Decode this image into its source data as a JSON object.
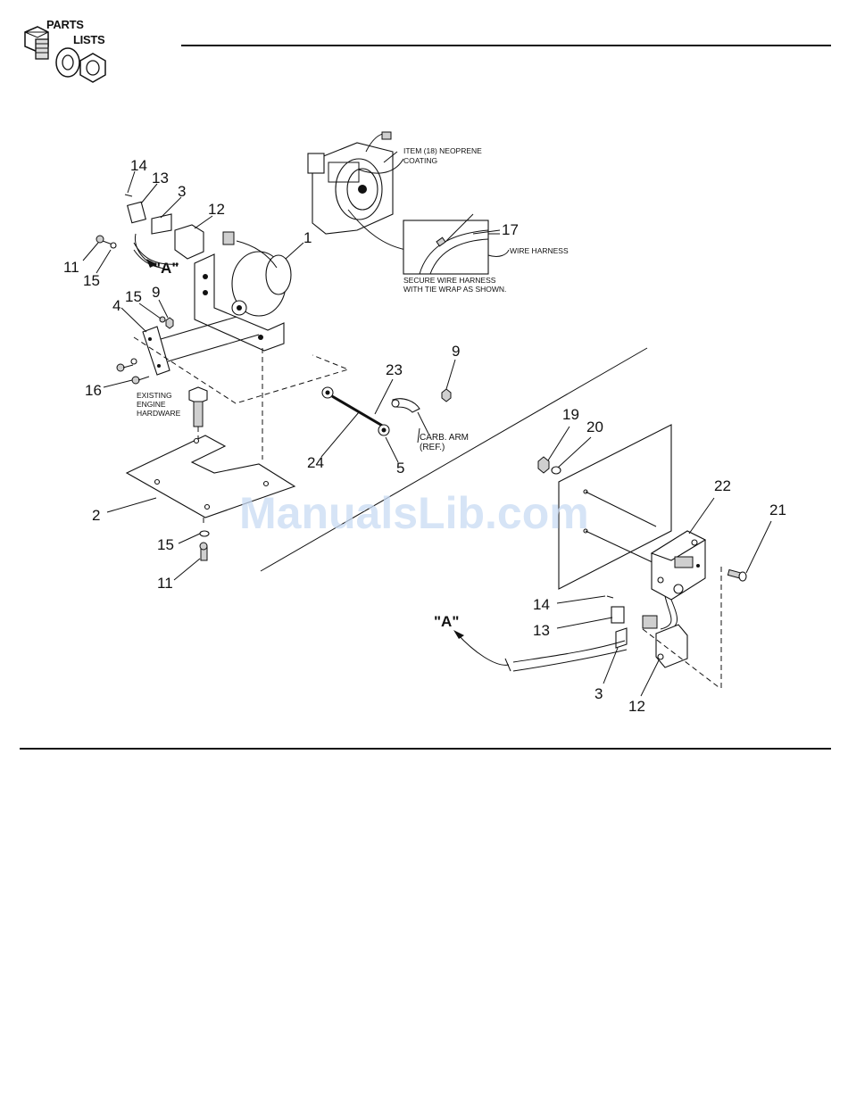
{
  "header": {
    "logo_line1": "PARTS",
    "logo_line2": "LISTS",
    "logo_icon": "bolt-washer-nut-icon"
  },
  "watermark": "ManualsLib.com",
  "callouts": {
    "view_a_left": "\"A\"",
    "view_a_right": "\"A\""
  },
  "notes": {
    "neoprene_1": "ITEM (18) NEOPRENE",
    "neoprene_2": "COATING",
    "wire_harness": "WIRE HARNESS",
    "secure_1": "SECURE WIRE HARNESS",
    "secure_2": "WITH TIE WRAP AS SHOWN.",
    "engine_1": "EXISTING",
    "engine_2": "ENGINE",
    "engine_3": "HARDWARE",
    "carb_1": "CARB. ARM",
    "carb_2": "(REF.)"
  },
  "part_numbers": {
    "p14a": "14",
    "p13a": "13",
    "p3a": "3",
    "p12a": "12",
    "p1": "1",
    "p17": "17",
    "p11a": "11",
    "p15a": "15",
    "p4": "4",
    "p15b": "15",
    "p9a": "9",
    "p16": "16",
    "p23": "23",
    "p9b": "9",
    "p24": "24",
    "p5": "5",
    "p19": "19",
    "p20": "20",
    "p22": "22",
    "p21": "21",
    "p2": "2",
    "p15c": "15",
    "p11b": "11",
    "p14b": "14",
    "p13b": "13",
    "p3b": "3",
    "p12b": "12"
  }
}
